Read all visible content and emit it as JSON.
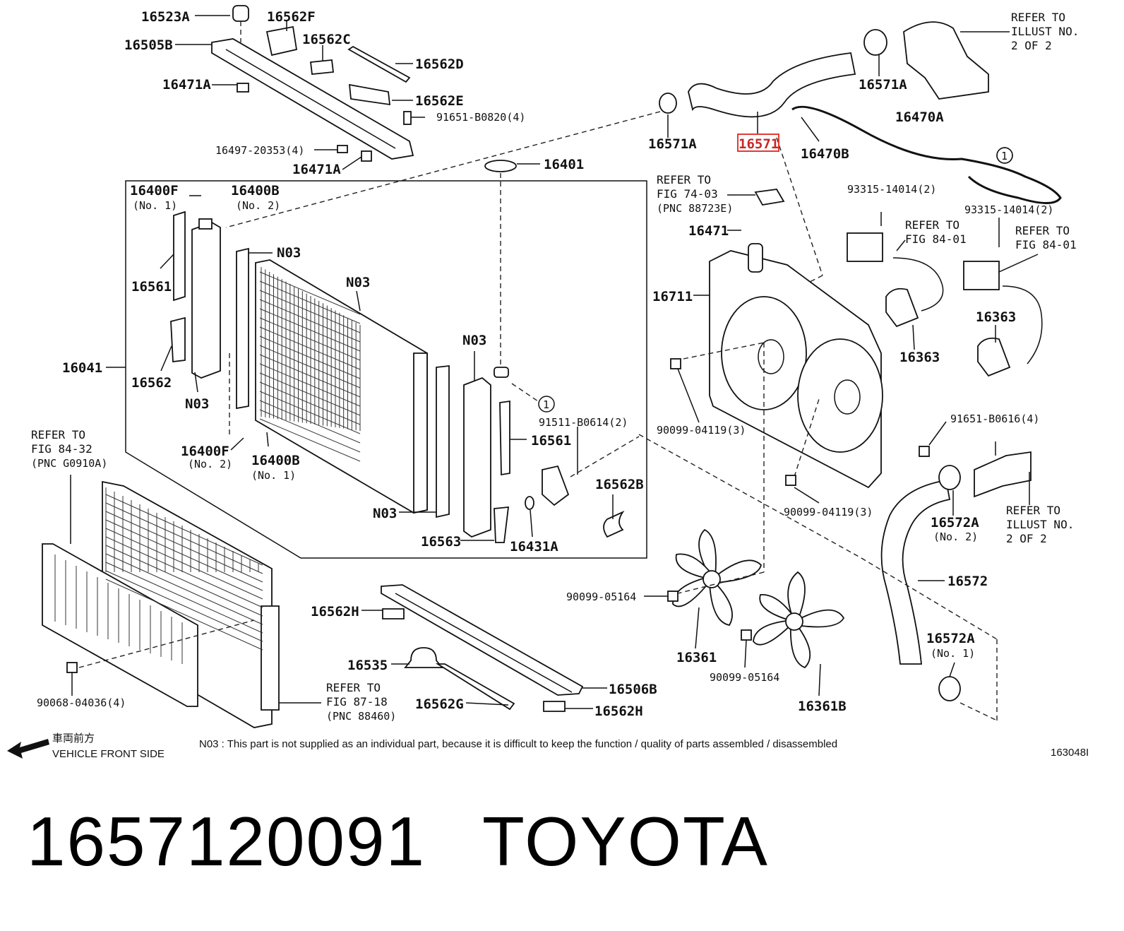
{
  "caption": {
    "part_number": "1657120091",
    "brand": "TOYOTA"
  },
  "highlight": {
    "label": "16571",
    "color": "#e53935"
  },
  "labels": {
    "p16523A": "16523A",
    "p16562F": "16562F",
    "p16505B": "16505B",
    "p16562C": "16562C",
    "p16562D": "16562D",
    "p16471A_1": "16471A",
    "p16562E": "16562E",
    "p91651_B0820": "91651-B0820(4)",
    "p16497": "16497-20353(4)",
    "p16471A_2": "16471A",
    "p16401": "16401",
    "p16400F_1": "16400F",
    "p16400F_1s": "(No. 1)",
    "p16400B_1": "16400B",
    "p16400B_1s": "(No. 2)",
    "p16561_1": "16561",
    "pN03_1": "N03",
    "pN03_2": "N03",
    "p16041": "16041",
    "p16562": "16562",
    "pN03_3": "N03",
    "p16400F_2": "16400F",
    "p16400F_2s": "(No. 2)",
    "p16400B_2": "16400B",
    "p16400B_2s": "(No. 1)",
    "pN03_4": "N03",
    "p91511": "91511-B0614(2)",
    "p16561_2": "16561",
    "pN03_5": "N03",
    "p16562B": "16562B",
    "p16563": "16563",
    "p16431A": "16431A",
    "p16571A_1": "16571A",
    "p16571A_2": "16571A",
    "p16470B": "16470B",
    "p16470A": "16470A",
    "p93315_1": "93315-14014(2)",
    "p93315_2": "93315-14014(2)",
    "p16471": "16471",
    "p16711": "16711",
    "p16363_1": "16363",
    "p16363_2": "16363",
    "p90099_04119_1": "90099-04119(3)",
    "p91651_B0616": "91651-B0616(4)",
    "p90099_04119_2": "90099-04119(3)",
    "p16572A_1": "16572A",
    "p16572A_1s": "(No. 2)",
    "p16572": "16572",
    "p90099_05164_1": "90099-05164",
    "p16361": "16361",
    "p90099_05164_2": "90099-05164",
    "p16361B": "16361B",
    "p16572A_2": "16572A",
    "p16572A_2s": "(No. 1)",
    "p16562H_1": "16562H",
    "p16535": "16535",
    "p16506B": "16506B",
    "p16562G": "16562G",
    "p16562H_2": "16562H",
    "p90068": "90068-04036(4)",
    "circle1": "1"
  },
  "refs": {
    "illust_top": [
      "REFER TO",
      "ILLUST NO.",
      "2 OF 2"
    ],
    "fig74": [
      "REFER TO",
      "FIG 74-03",
      "(PNC 88723E)"
    ],
    "fig84_a": [
      "REFER TO",
      "FIG 84-01"
    ],
    "fig84_b": [
      "REFER TO",
      "FIG 84-01"
    ],
    "fig84_32": [
      "REFER TO",
      "FIG 84-32",
      "(PNC G0910A)"
    ],
    "fig87": [
      "REFER TO",
      "FIG 87-18",
      "(PNC 88460)"
    ],
    "illust_bottom": [
      "REFER TO",
      "ILLUST NO.",
      "2 OF 2"
    ]
  },
  "footer": {
    "front_jp": "車両前方",
    "front_en": "VEHICLE FRONT SIDE",
    "note": "N03 : This part is not supplied as an individual part, because it is difficult to keep the function / quality of parts assembled / disassembled",
    "figure_id": "163048I"
  }
}
